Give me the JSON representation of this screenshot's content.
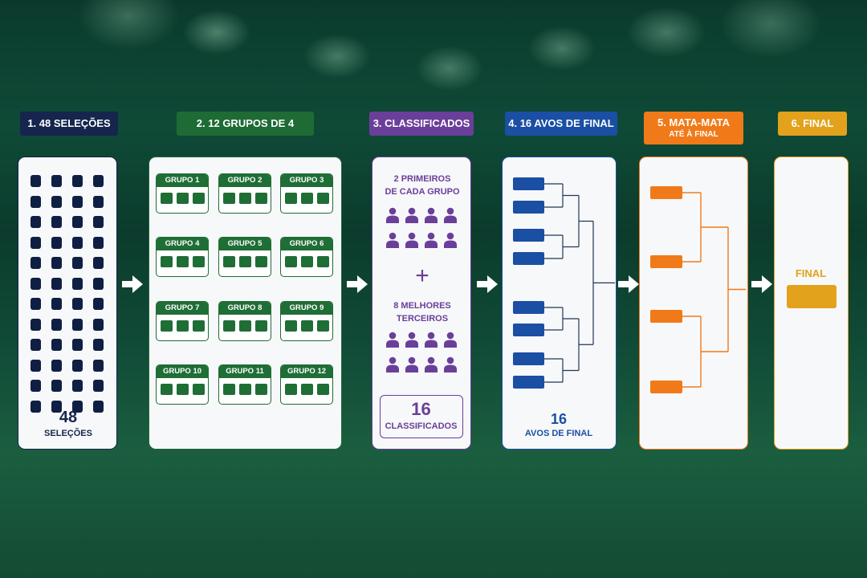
{
  "steps": [
    {
      "label": "1. 48 SELEÇÕES",
      "color": "#15254d"
    },
    {
      "label": "2. 12 GRUPOS DE 4",
      "color": "#1e6b35"
    },
    {
      "label": "3. CLASSIFICADOS",
      "color": "#6a3f99"
    },
    {
      "label": "4. 16 AVOS DE FINAL",
      "color": "#1a4fa3"
    },
    {
      "label": "5. MATA-MATA",
      "sublabel": "ATÉ À FINAL",
      "color": "#f07a1a"
    },
    {
      "label": "6. FINAL",
      "color": "#e2a21c"
    }
  ],
  "panel1": {
    "count": "48",
    "caption": "SELEÇÕES",
    "team_color": "#0f1f44"
  },
  "panel2": {
    "groups": [
      "GRUPO 1",
      "GRUPO 2",
      "GRUPO 3",
      "GRUPO 4",
      "GRUPO 5",
      "GRUPO 6",
      "GRUPO 7",
      "GRUPO 8",
      "GRUPO 9",
      "GRUPO 10",
      "GRUPO 11",
      "GRUPO 12"
    ]
  },
  "panel3": {
    "top_text_1": "2 PRIMEIROS",
    "top_text_2": "DE CADA GRUPO",
    "plus": "+",
    "mid_text_1": "8 MELHORES",
    "mid_text_2": "TERCEIROS",
    "total_count": "16",
    "total_caption": "CLASSIFICADOS",
    "color": "#6a3f99"
  },
  "panel4": {
    "count": "16",
    "caption": "AVOS DE FINAL",
    "color": "#1a4fa3"
  },
  "panel5": {
    "color": "#f07a1a"
  },
  "panel6": {
    "caption": "FINAL",
    "color": "#e2a21c"
  }
}
